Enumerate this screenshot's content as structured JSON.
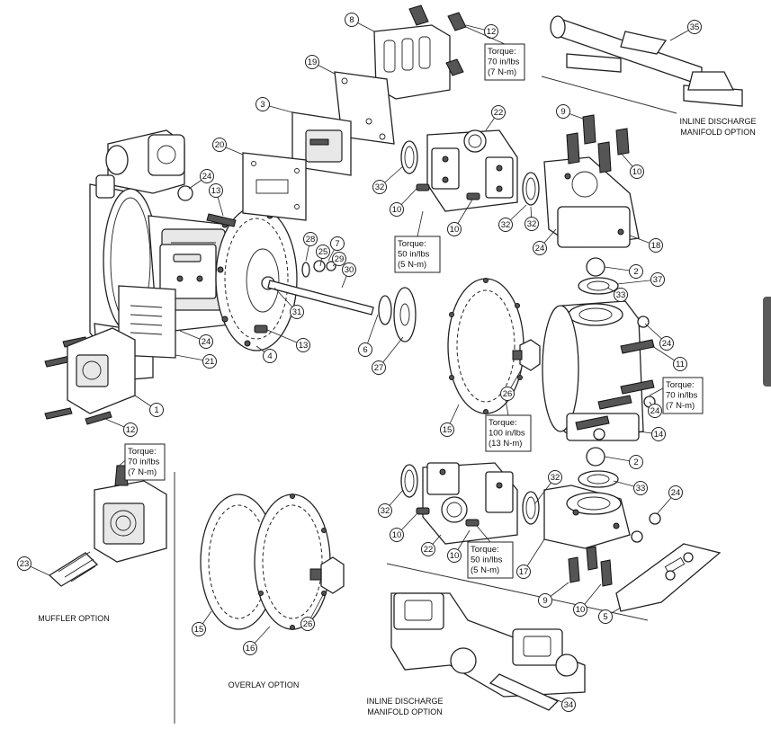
{
  "callouts": [
    {
      "n": "1"
    },
    {
      "n": "2"
    },
    {
      "n": "2"
    },
    {
      "n": "3"
    },
    {
      "n": "4"
    },
    {
      "n": "5"
    },
    {
      "n": "6"
    },
    {
      "n": "7"
    },
    {
      "n": "8"
    },
    {
      "n": "9"
    },
    {
      "n": "9"
    },
    {
      "n": "10"
    },
    {
      "n": "10"
    },
    {
      "n": "10"
    },
    {
      "n": "10"
    },
    {
      "n": "10"
    },
    {
      "n": "10"
    },
    {
      "n": "11"
    },
    {
      "n": "12"
    },
    {
      "n": "12"
    },
    {
      "n": "13"
    },
    {
      "n": "13"
    },
    {
      "n": "14"
    },
    {
      "n": "15"
    },
    {
      "n": "15"
    },
    {
      "n": "16"
    },
    {
      "n": "17"
    },
    {
      "n": "18"
    },
    {
      "n": "19"
    },
    {
      "n": "20"
    },
    {
      "n": "21"
    },
    {
      "n": "22"
    },
    {
      "n": "22"
    },
    {
      "n": "23"
    },
    {
      "n": "24"
    },
    {
      "n": "24"
    },
    {
      "n": "24"
    },
    {
      "n": "24"
    },
    {
      "n": "24"
    },
    {
      "n": "24"
    },
    {
      "n": "25"
    },
    {
      "n": "26"
    },
    {
      "n": "26"
    },
    {
      "n": "27"
    },
    {
      "n": "28"
    },
    {
      "n": "29"
    },
    {
      "n": "30"
    },
    {
      "n": "31"
    },
    {
      "n": "32"
    },
    {
      "n": "32"
    },
    {
      "n": "32"
    },
    {
      "n": "32"
    },
    {
      "n": "32"
    },
    {
      "n": "33"
    },
    {
      "n": "33"
    },
    {
      "n": "34"
    },
    {
      "n": "35"
    },
    {
      "n": "37"
    }
  ],
  "torque_notes": [
    {
      "lines": [
        "Torque:",
        "70 in/lbs",
        "(7 N-m)"
      ]
    },
    {
      "lines": [
        "Torque:",
        "50 in/lbs",
        "(5 N-m)"
      ]
    },
    {
      "lines": [
        "Torque:",
        "70 in/lbs",
        "(7 N-m)"
      ]
    },
    {
      "lines": [
        "Torque:",
        "100 in/lbs",
        "(13 N-m)"
      ]
    },
    {
      "lines": [
        "Torque:",
        "70 in/lbs",
        "(7 N-m)"
      ]
    },
    {
      "lines": [
        "Torque:",
        "50 in/lbs",
        "(5 N-m)"
      ]
    }
  ],
  "option_labels": {
    "inline_discharge_top_1": "INLINE DISCHARGE",
    "inline_discharge_top_2": "MANIFOLD OPTION",
    "muffler": "MUFFLER OPTION",
    "overlay": "OVERLAY OPTION",
    "inline_discharge_bottom_1": "INLINE DISCHARGE",
    "inline_discharge_bottom_2": "MANIFOLD OPTION"
  }
}
